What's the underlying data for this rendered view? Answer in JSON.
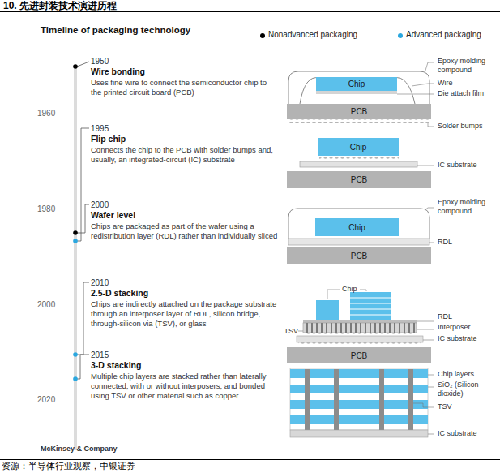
{
  "diagram": {
    "title": "Timeline of packaging technology",
    "caption": "资源：半导体行业观察，中银证券",
    "nodes": [
      {
        "text": [
          "Chip"
        ]
      },
      {
        "text": [
          "PCB"
        ]
      },
      {
        "text": [
          "Chip"
        ]
      },
      {
        "text": [
          "PCB"
        ]
      },
      {
        "text": [
          "Chip"
        ]
      },
      {
        "text": [
          "PCB"
        ]
      },
      {
        "text": [
          "PCB"
        ]
      }
    ],
    "labels": [
      "10. 先进封装技术演进历程",
      "1960",
      "1980",
      "2000",
      "2020",
      "1950",
      "Wire bonding",
      "Uses fine wire to connect the semiconductor chip to the printed circuit board (PCB)",
      "1995",
      "Flip chip",
      "Connects the chip to the PCB with solder bumps and, usually, an integrated-circuit (IC) substrate",
      "2000",
      "Wafer level",
      "Chips are packaged as part of the wafer using a redistribution layer (RDL) rather than individually sliced",
      "2010",
      "2.5-D stacking",
      "Chips are indirectly attached on the package substrate through an interposer layer of RDL, silicon bridge, through-silicon via (TSV), or glass",
      "2015",
      "3-D stacking",
      "Multiple chip layers are stacked rather than laterally connected, with or without interposers, and bonded using TSV or other material such as copper",
      "Epoxy molding compound",
      "Wire",
      "Die attach film",
      "Solder bumps",
      "IC substrate",
      "Epoxy molding compound",
      "RDL",
      "Chip",
      "RDL",
      "Interposer",
      "TSV",
      "IC substrate",
      "Chip layers",
      "SiO₂ (Silicon-dioxide)",
      "TSV",
      "IC substrate",
      "McKinsey & Company"
    ],
    "legend": [
      {
        "text": "Nonadvanced packaging",
        "color": "#000000"
      },
      {
        "text": "Advanced packaging",
        "color": "#2aa7df"
      }
    ]
  }
}
